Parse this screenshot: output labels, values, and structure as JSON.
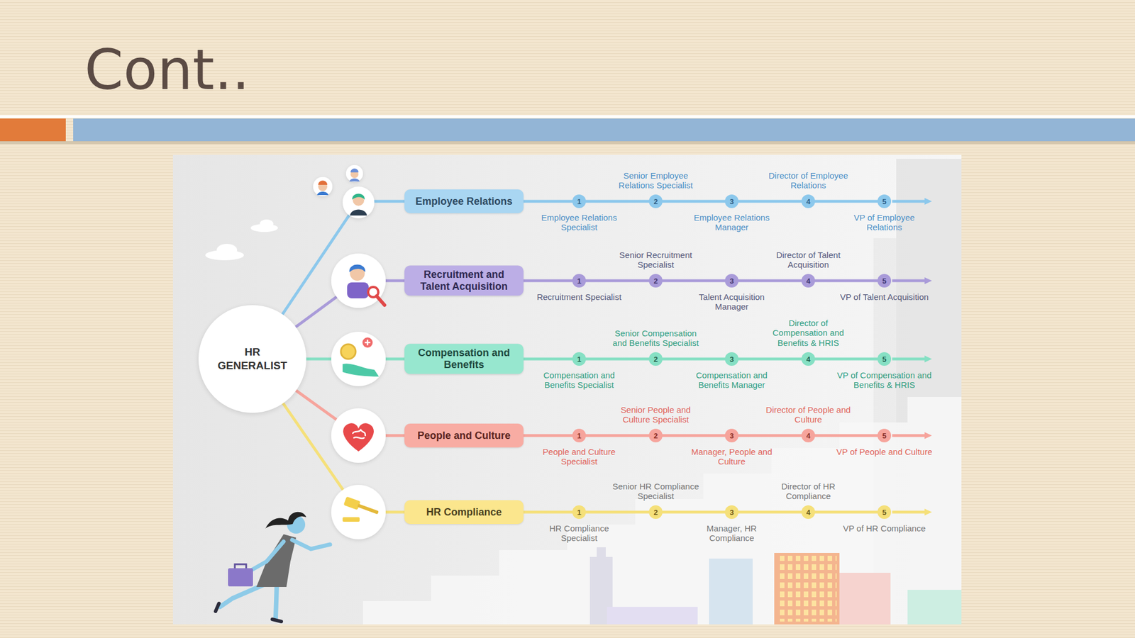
{
  "diagram": {
    "title": "Cont..",
    "nodes": [
      {
        "text": [
          "HR GENERALIST"
        ]
      },
      {
        "text": [
          "Employee Relations"
        ]
      },
      {
        "text": [
          "1"
        ]
      },
      {
        "text": [
          "2"
        ]
      },
      {
        "text": [
          "3"
        ]
      },
      {
        "text": [
          "4"
        ]
      },
      {
        "text": [
          "5"
        ]
      },
      {
        "text": [
          "Recruitment and Talent Acquisition"
        ]
      },
      {
        "text": [
          "1"
        ]
      },
      {
        "text": [
          "2"
        ]
      },
      {
        "text": [
          "3"
        ]
      },
      {
        "text": [
          "4"
        ]
      },
      {
        "text": [
          "5"
        ]
      },
      {
        "text": [
          "Compensation and Benefits"
        ]
      },
      {
        "text": [
          "1"
        ]
      },
      {
        "text": [
          "2"
        ]
      },
      {
        "text": [
          "3"
        ]
      },
      {
        "text": [
          "4"
        ]
      },
      {
        "text": [
          "5"
        ]
      },
      {
        "text": [
          "People and Culture"
        ]
      },
      {
        "text": [
          "1"
        ]
      },
      {
        "text": [
          "2"
        ]
      },
      {
        "text": [
          "3"
        ]
      },
      {
        "text": [
          "4"
        ]
      },
      {
        "text": [
          "5"
        ]
      },
      {
        "text": [
          "HR Compliance"
        ]
      },
      {
        "text": [
          "1"
        ]
      },
      {
        "text": [
          "2"
        ]
      },
      {
        "text": [
          "3"
        ]
      },
      {
        "text": [
          "4"
        ]
      },
      {
        "text": [
          "5"
        ]
      }
    ],
    "edges": [
      {
        "from": 0,
        "to": 1,
        "arrow": "none"
      },
      {
        "from": 1,
        "to": 2,
        "arrow": "none"
      },
      {
        "from": 2,
        "to": 3,
        "arrow": "none"
      },
      {
        "from": 3,
        "to": 4,
        "arrow": "none"
      },
      {
        "from": 4,
        "to": 5,
        "arrow": "none"
      },
      {
        "from": 5,
        "to": 6,
        "arrow": "none"
      },
      {
        "from": 0,
        "to": 7,
        "arrow": "none"
      },
      {
        "from": 7,
        "to": 8,
        "arrow": "none"
      },
      {
        "from": 8,
        "to": 9,
        "arrow": "none"
      },
      {
        "from": 9,
        "to": 10,
        "arrow": "none"
      },
      {
        "from": 10,
        "to": 11,
        "arrow": "none"
      },
      {
        "from": 11,
        "to": 12,
        "arrow": "none"
      },
      {
        "from": 0,
        "to": 13,
        "arrow": "none"
      },
      {
        "from": 13,
        "to": 14,
        "arrow": "none"
      },
      {
        "from": 14,
        "to": 15,
        "arrow": "none"
      },
      {
        "from": 15,
        "to": 16,
        "arrow": "none"
      },
      {
        "from": 16,
        "to": 17,
        "arrow": "none"
      },
      {
        "from": 17,
        "to": 18,
        "arrow": "none"
      },
      {
        "from": 0,
        "to": 19,
        "arrow": "none"
      },
      {
        "from": 19,
        "to": 20,
        "arrow": "none"
      },
      {
        "from": 20,
        "to": 21,
        "arrow": "none"
      },
      {
        "from": 21,
        "to": 22,
        "arrow": "none"
      },
      {
        "from": 22,
        "to": 23,
        "arrow": "none"
      },
      {
        "from": 23,
        "to": 24,
        "arrow": "none"
      },
      {
        "from": 0,
        "to": 25,
        "arrow": "none"
      },
      {
        "from": 25,
        "to": 26,
        "arrow": "none"
      },
      {
        "from": 26,
        "to": 27,
        "arrow": "none"
      },
      {
        "from": 27,
        "to": 28,
        "arrow": "none"
      },
      {
        "from": 28,
        "to": 29,
        "arrow": "none"
      },
      {
        "from": 29,
        "to": 30,
        "arrow": "none"
      }
    ],
    "labels": [
      "Senior Employee Relations Specialist",
      "Director of Employee Relations",
      "Employee Relations Specialist",
      "Employee Relations Manager",
      "VP of Employee Relations",
      "Senior Recruitment Specialist",
      "Director of Talent Acquisition",
      "Recruitment Specialist",
      "Talent Acquisition Manager",
      "VP of Talent Acquisition",
      "Senior Compensation and Benefits Specialist",
      "Director of Compensation and Benefits & HRIS",
      "Compensation and Benefits Specialist",
      "Compensation and Benefits Manager",
      "VP of Compensation and Benefits & HRIS",
      "Senior People and Culture Specialist",
      "Director of People and Culture",
      "People and Culture Specialist",
      "Manager, People and Culture",
      "VP of People and Culture",
      "Senior HR Compliance Specialist",
      "Director of HR Compliance",
      "HR Compliance Specialist",
      "Manager, HR Compliance",
      "VP of HR Compliance"
    ]
  }
}
